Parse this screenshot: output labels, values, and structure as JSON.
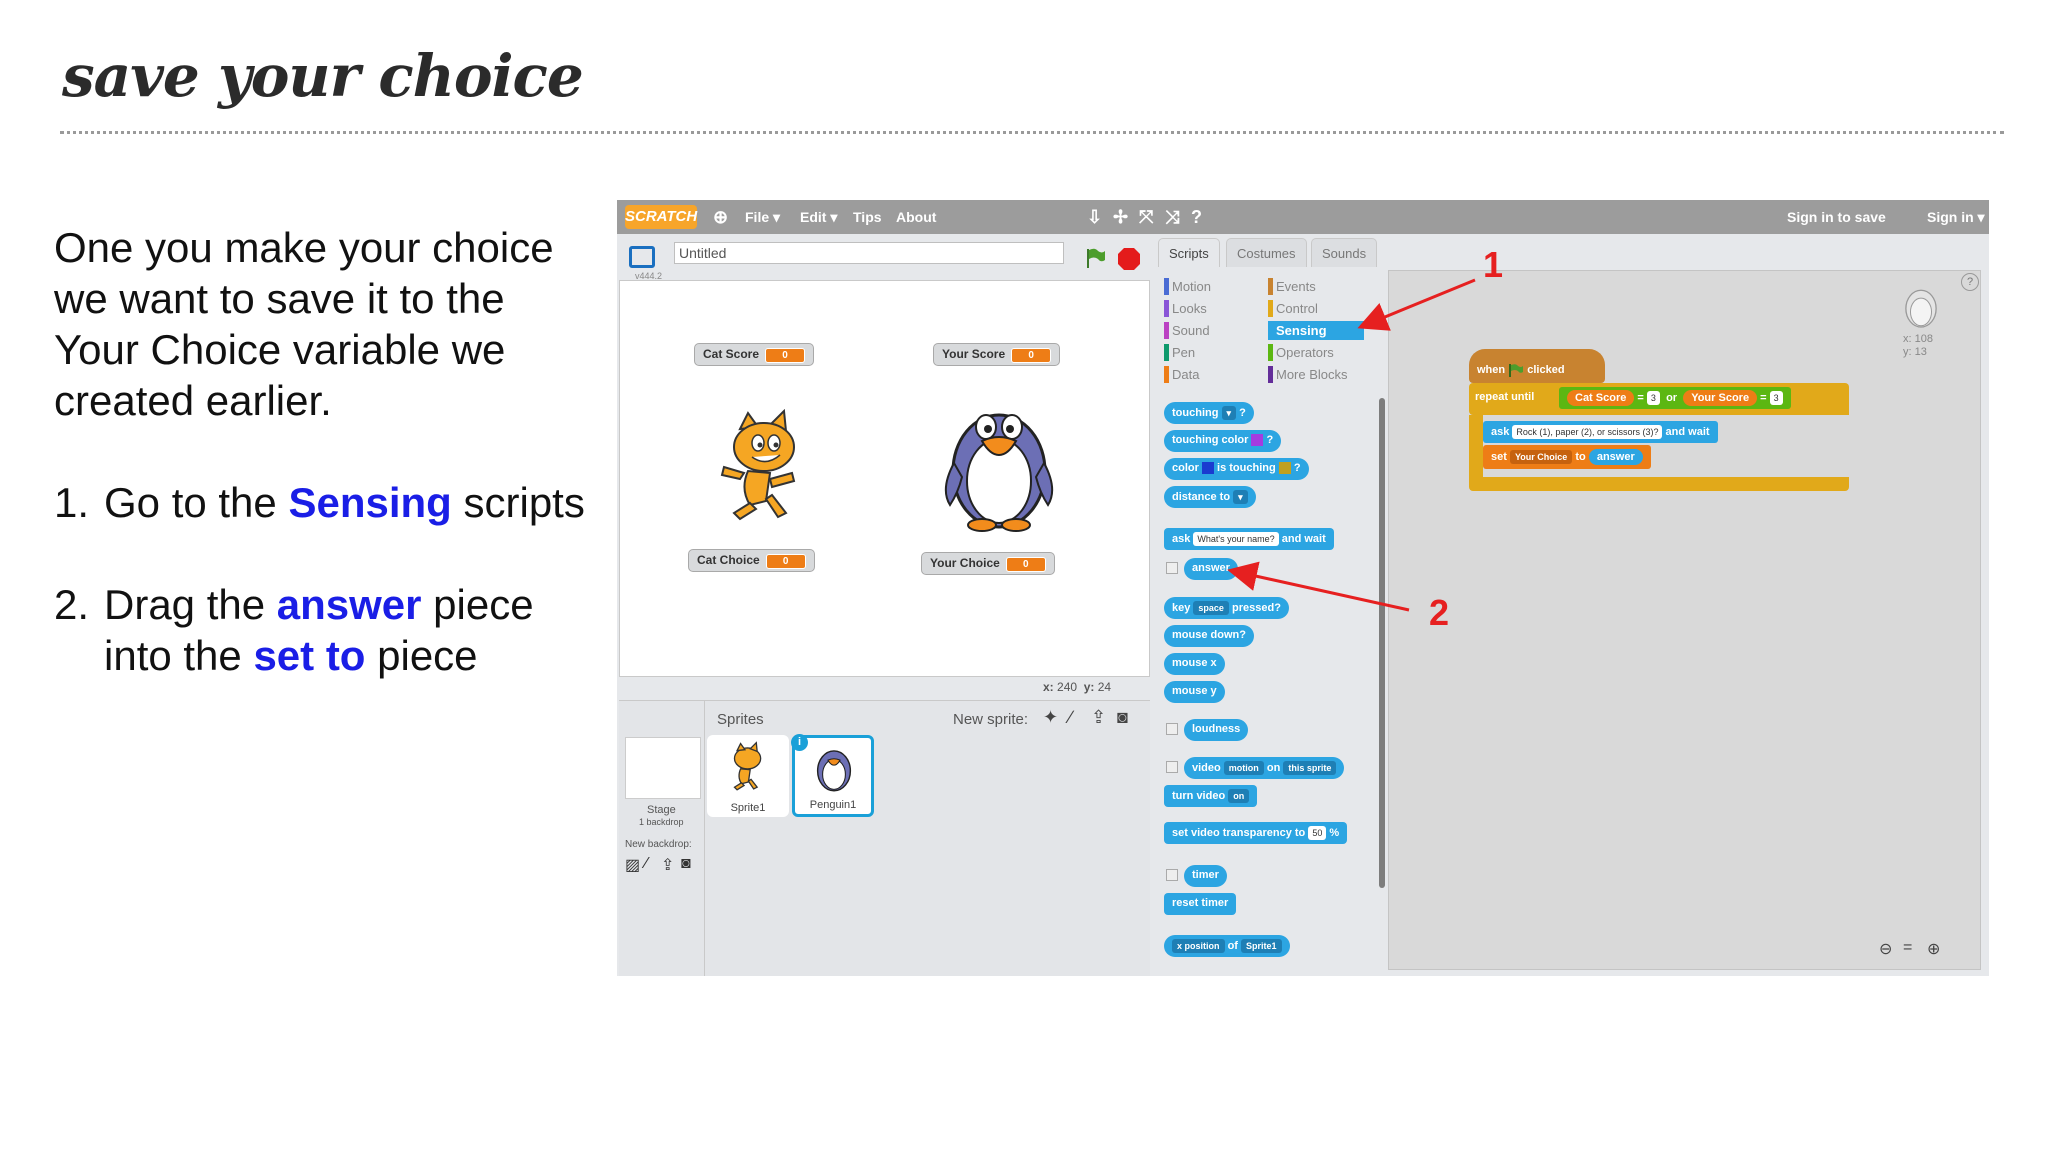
{
  "slide": {
    "title": "save your choice",
    "intro": "One you make your choice we want to save it to the Your Choice variable we created earlier.",
    "step1": {
      "num": "1.",
      "a": "Go to the ",
      "hl": "Sensing",
      "b": " scripts"
    },
    "step2": {
      "num": "2.",
      "a": "Drag the ",
      "hl1": "answer",
      "b": " piece into the ",
      "hl2": "set to",
      "c": " piece"
    }
  },
  "menubar": {
    "logo": "SCRATCH",
    "file": "File ▾",
    "edit": "Edit ▾",
    "tips": "Tips",
    "about": "About",
    "sign_in_to_save": "Sign in to save",
    "sign_in": "Sign in ▾"
  },
  "stage": {
    "project_title": "Untitled",
    "version": "v444.2",
    "coords_x_label": "x:",
    "coords_x": "240",
    "coords_y_label": "y:",
    "coords_y": "24",
    "monitors": [
      {
        "label": "Cat Score",
        "value": "0"
      },
      {
        "label": "Your Score",
        "value": "0"
      },
      {
        "label": "Cat Choice",
        "value": "0"
      },
      {
        "label": "Your Choice",
        "value": "0"
      }
    ]
  },
  "sprites": {
    "header": "Sprites",
    "new_sprite": "New sprite:",
    "stage_label": "Stage",
    "backdrop_count": "1 backdrop",
    "new_backdrop": "New backdrop:",
    "items": [
      "Sprite1",
      "Penguin1"
    ]
  },
  "tabs": [
    "Scripts",
    "Costumes",
    "Sounds"
  ],
  "categories": {
    "left": [
      {
        "label": "Motion",
        "color": "#4a6cd4"
      },
      {
        "label": "Looks",
        "color": "#8a55d7"
      },
      {
        "label": "Sound",
        "color": "#bb42c3"
      },
      {
        "label": "Pen",
        "color": "#0e9a6c"
      },
      {
        "label": "Data",
        "color": "#ee7d16"
      }
    ],
    "right": [
      {
        "label": "Events",
        "color": "#c88330"
      },
      {
        "label": "Control",
        "color": "#e1a91a"
      },
      {
        "label": "Sensing",
        "color": "#2ca5e2"
      },
      {
        "label": "Operators",
        "color": "#5cb712"
      },
      {
        "label": "More Blocks",
        "color": "#632d99"
      }
    ]
  },
  "blocks": {
    "touching": "touching",
    "touching_q": "?",
    "touching_color": "touching color",
    "touching_color_q": "?",
    "color": "color",
    "is_touching": "is touching",
    "color_q": "?",
    "distance_to": "distance to",
    "ask": "ask",
    "ask_default": "What's your name?",
    "and_wait": "and wait",
    "answer": "answer",
    "key": "key",
    "key_slot": "space",
    "pressed": "pressed?",
    "mouse_down": "mouse down?",
    "mouse_x": "mouse x",
    "mouse_y": "mouse y",
    "loudness": "loudness",
    "video": "video",
    "video_slot": "motion",
    "on": "on",
    "on_slot": "this sprite",
    "turn_video": "turn video",
    "turn_video_slot": "on",
    "set_video_transparency": "set video transparency to",
    "transparency_value": "50",
    "percent": "%",
    "timer": "timer",
    "reset_timer": "reset timer",
    "x_position": "x position",
    "of": "of",
    "of_slot": "Sprite1"
  },
  "script": {
    "when": "when",
    "clicked": "clicked",
    "repeat_until": "repeat until",
    "cat_score": "Cat Score",
    "eq": "=",
    "three_a": "3",
    "or": "or",
    "your_score": "Your Score",
    "three_b": "3",
    "ask": "ask",
    "ask_text": "Rock (1), paper (2), or scissors (3)?",
    "and_wait": "and wait",
    "set": "set",
    "set_var": "Your Choice",
    "to": "to",
    "answer": "answer",
    "sprite_x": "x: 108",
    "sprite_y": "y: 13"
  },
  "annotations": {
    "one": "1",
    "two": "2",
    "color": "#e62020"
  }
}
